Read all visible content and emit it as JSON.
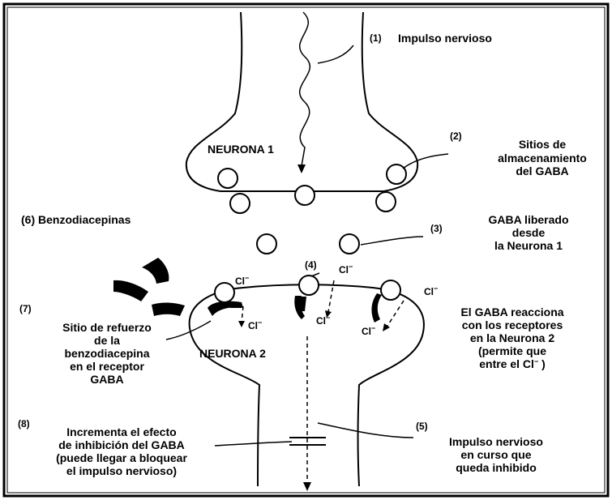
{
  "labels": {
    "l1_num": "(1)",
    "l1_text": "Impulso nervioso",
    "neurona1": "NEURONA 1",
    "l2_num": "(2)",
    "l2_line1": "Sitios de",
    "l2_line2": "almacenamiento",
    "l2_line3": "del GABA",
    "l6": "(6) Benzodiacepinas",
    "l3_num": "(3)",
    "l3_line1": "GABA liberado",
    "l3_line2": "desde",
    "l3_line3": "la Neurona 1",
    "l4_num": "(4)",
    "l7_num": "(7)",
    "l7_line1": "Sitio de refuerzo",
    "l7_line2": "de la",
    "l7_line3": "benzodiacepina",
    "l7_line4": "en el receptor",
    "l7_line5": "GABA",
    "neurona2": "NEURONA 2",
    "r_line1": "El GABA reacciona",
    "r_line2": "con los receptores",
    "r_line3": "en la Neurona 2",
    "r_line4": "(permite que",
    "r_line5_pre": "entre el Cl",
    "r_line5_sup": "−",
    "r_line5_post": " )",
    "l8_num": "(8)",
    "l8_line1": "Incrementa el efecto",
    "l8_line2": "de inhibición del GABA",
    "l8_line3": "(puede llegar a bloquear",
    "l8_line4": "el impulso nervioso)",
    "l5_num": "(5)",
    "l5_line1": "Impulso nervioso",
    "l5_line2": "en curso que",
    "l5_line3": "queda inhibido",
    "ion_text": "Cl",
    "ion_sup": "−"
  }
}
